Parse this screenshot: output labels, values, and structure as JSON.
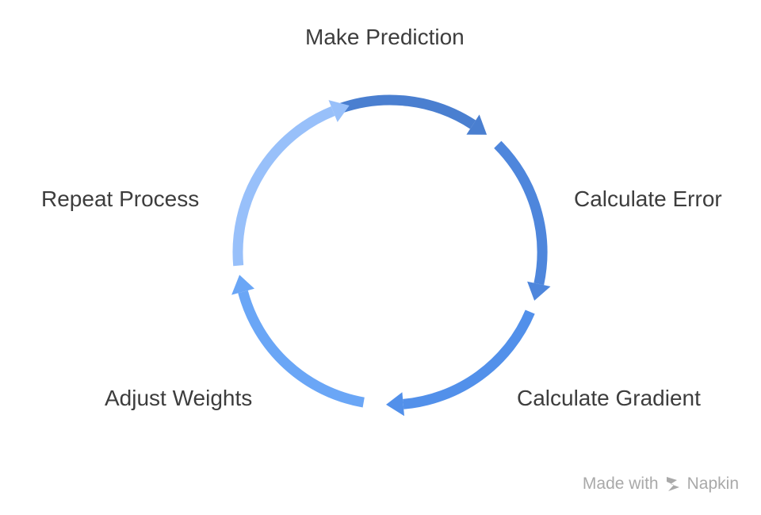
{
  "diagram": {
    "steps": [
      {
        "label": "Make Prediction",
        "color": "#4a7fd0"
      },
      {
        "label": "Calculate Error",
        "color": "#4e86dc"
      },
      {
        "label": "Calculate Gradient",
        "color": "#5290ea"
      },
      {
        "label": "Adjust Weights",
        "color": "#6aa6f6"
      },
      {
        "label": "Repeat Process",
        "color": "#98c0fa"
      }
    ]
  },
  "watermark": {
    "prefix": "Made with",
    "brand": "Napkin",
    "icon": "napkin-logo-icon",
    "color": "#a9a9a9"
  }
}
